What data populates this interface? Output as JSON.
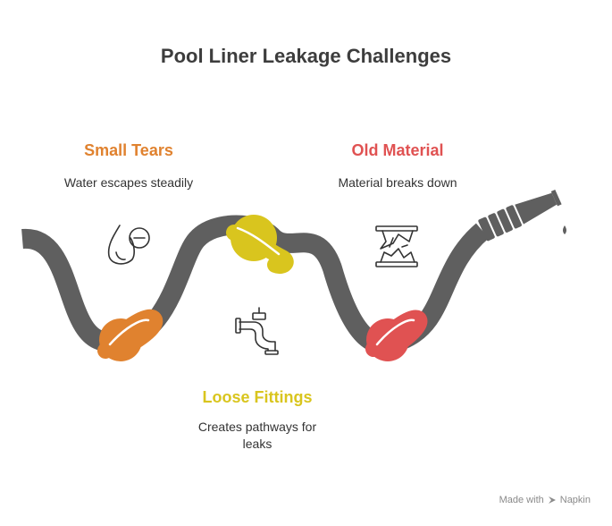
{
  "title": "Pool Liner Leakage Challenges",
  "items": [
    {
      "heading": "Small Tears",
      "description": "Water escapes steadily",
      "color": "#E0822F",
      "icon": "water-drop-minus-icon"
    },
    {
      "heading": "Loose Fittings",
      "description": "Creates pathways for leaks",
      "color": "#D9C51E",
      "icon": "pipe-fitting-icon"
    },
    {
      "heading": "Old Material",
      "description": "Material breaks down",
      "color": "#E05252",
      "icon": "crumbling-material-icon"
    }
  ],
  "colors": {
    "hose": "#5F5F5F",
    "text": "#333333",
    "title": "#3D3D3D"
  },
  "footer": {
    "made_with": "Made with",
    "brand": "Napkin"
  }
}
